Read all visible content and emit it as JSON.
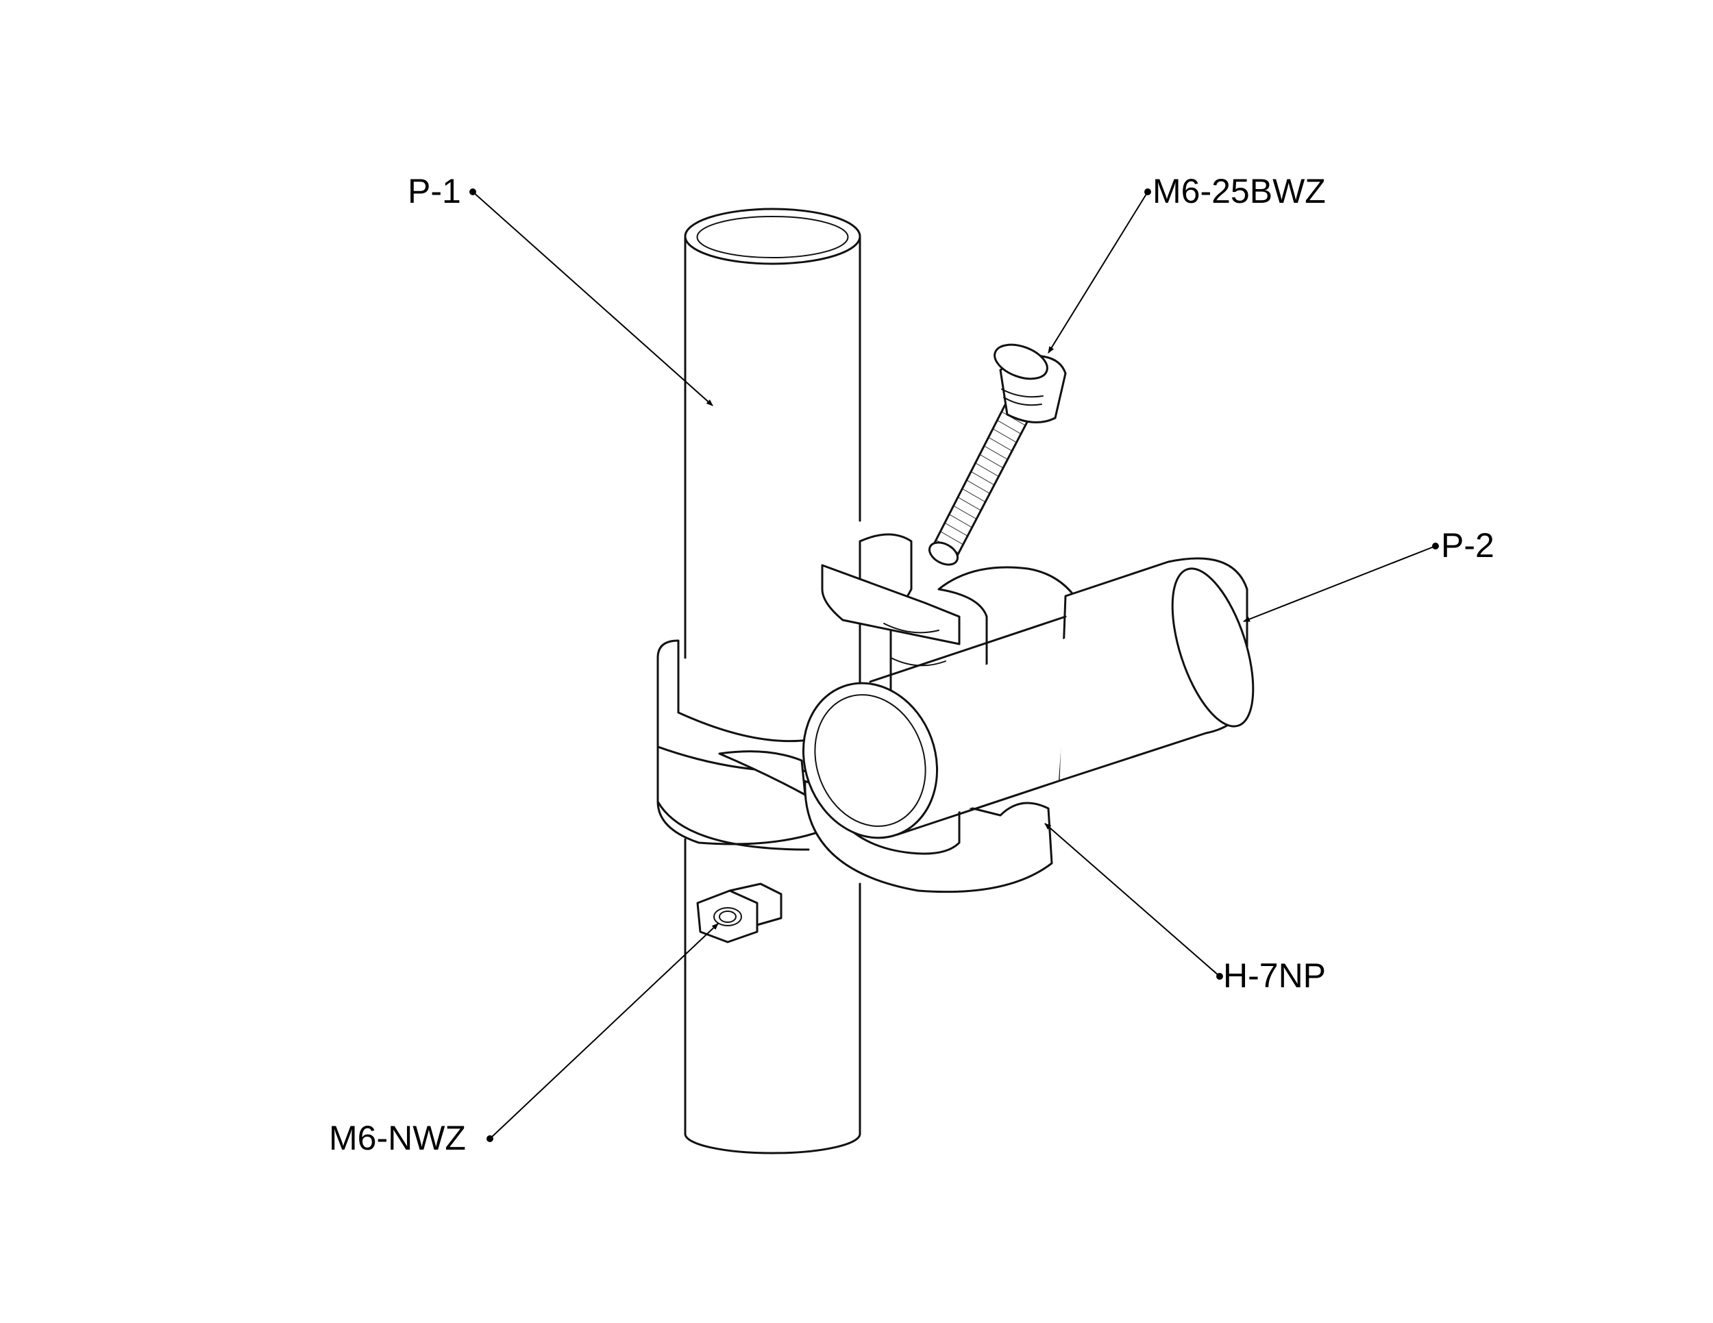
{
  "diagram": {
    "callouts": [
      {
        "id": "p1",
        "label": "P-1"
      },
      {
        "id": "bolt",
        "label": "M6-25BWZ"
      },
      {
        "id": "p2",
        "label": "P-2"
      },
      {
        "id": "clamp",
        "label": "H-7NP"
      },
      {
        "id": "nut",
        "label": "M6-NWZ"
      }
    ],
    "colors": {
      "line": "#111111",
      "background": "#ffffff"
    }
  }
}
